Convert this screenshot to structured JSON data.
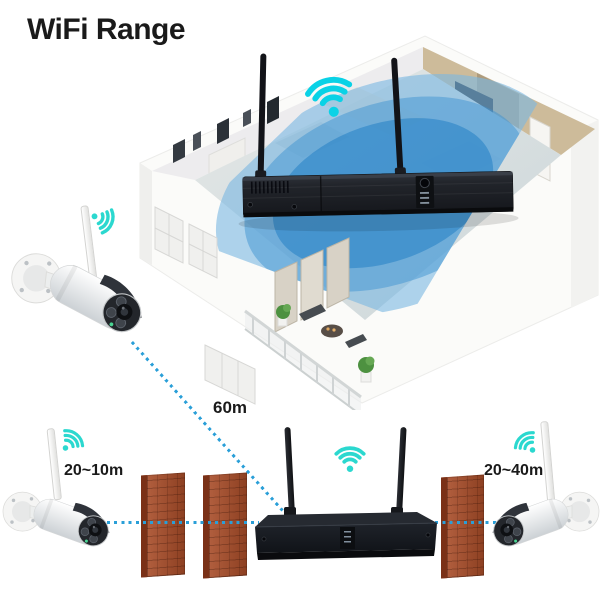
{
  "title": "WiFi Range",
  "distances": {
    "main": "60m",
    "left": "20~10m",
    "right": "20~40m"
  },
  "colors": {
    "background": "#ffffff",
    "title_text": "#1a1a1a",
    "wifi_icon_large": "#0ad2e6",
    "wifi_icon_small": "#2bd8cf",
    "coverage_blue_outer": "#7db8e2",
    "coverage_blue_inner": "#1c7cc4",
    "dotted_line_blue": "#2a9fd8",
    "brick_wall": "#a84c28",
    "device_black": "#1a1c21",
    "camera_white": "#ffffff"
  },
  "icons": {
    "room_wifi": "wifi-signal-icon",
    "camera_mid_left_wifi": "wifi-signal-icon",
    "camera_bottom_left_wifi": "wifi-signal-icon",
    "nvr_bottom_wifi": "wifi-signal-icon",
    "camera_bottom_right_wifi": "wifi-signal-icon"
  },
  "devices": {
    "room_nvr": "wireless-nvr-with-two-antennas",
    "bottom_nvr": "wireless-nvr-with-two-antennas",
    "camera_mid_left": "wireless-bullet-camera",
    "camera_bottom_left": "wireless-bullet-camera",
    "camera_bottom_right": "wireless-bullet-camera",
    "brick_walls": "brick-wall-obstacles"
  }
}
